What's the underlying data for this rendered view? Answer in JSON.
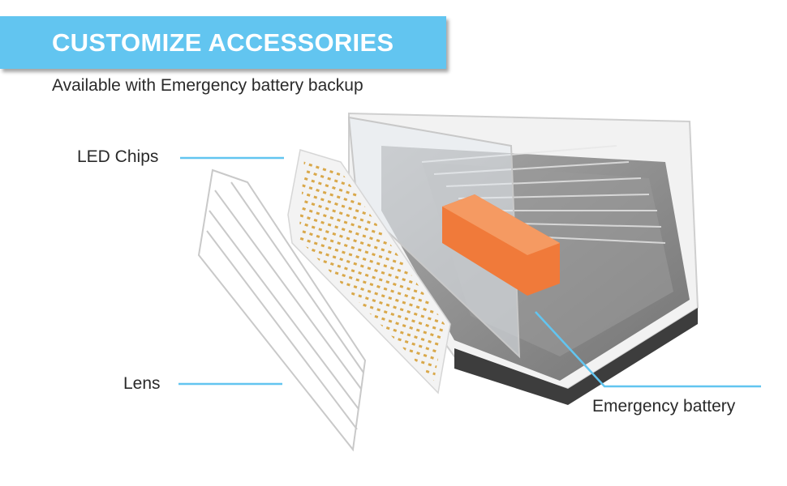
{
  "header": {
    "title": "CUSTOMIZE ACCESSORIES",
    "subtitle": "Available with Emergency battery backup"
  },
  "callouts": {
    "led_chips": "LED Chips",
    "lens": "Lens",
    "emergency_battery": "Emergency battery"
  },
  "colors": {
    "accent": "#62c5f0",
    "battery": "#f07a3a",
    "housing": "#5a5a5a"
  }
}
